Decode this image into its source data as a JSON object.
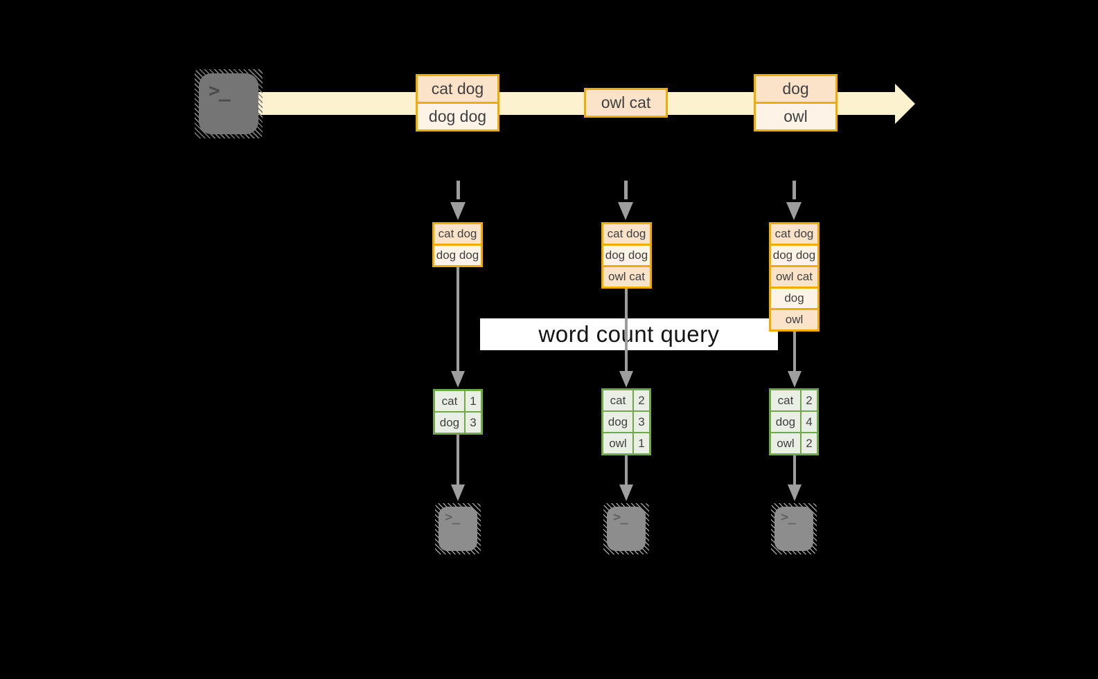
{
  "query_label": "word count query",
  "prompt_glyph": ">_",
  "colors": {
    "background": "#000000",
    "orange_border": "#f0ac00",
    "peach_fill": "#fae3c9",
    "cream_fill": "#fdf3e6",
    "timeline_band": "#fcf2d0",
    "green_border": "#70a845",
    "green_fill": "#e9efe4",
    "arrow_gray": "#9e9e9e",
    "source_terminal_gray": "#757575",
    "sink_terminal_gray": "#8d8d8d",
    "query_band_bg": "#ffffff",
    "text_dark": "#3f3f3f"
  },
  "timeline_batches": [
    {
      "cells": [
        "cat dog",
        "dog dog"
      ]
    },
    {
      "cells": [
        "owl cat"
      ]
    },
    {
      "cells": [
        "dog",
        "owl"
      ]
    }
  ],
  "snapshots": [
    {
      "cells": [
        "cat dog",
        "dog dog"
      ]
    },
    {
      "cells": [
        "cat dog",
        "dog dog",
        "owl cat"
      ]
    },
    {
      "cells": [
        "cat dog",
        "dog dog",
        "owl cat",
        "dog",
        "owl"
      ]
    }
  ],
  "word_counts": [
    {
      "rows": [
        {
          "word": "cat",
          "count": "1"
        },
        {
          "word": "dog",
          "count": "3"
        }
      ]
    },
    {
      "rows": [
        {
          "word": "cat",
          "count": "2"
        },
        {
          "word": "dog",
          "count": "3"
        },
        {
          "word": "owl",
          "count": "1"
        }
      ]
    },
    {
      "rows": [
        {
          "word": "cat",
          "count": "2"
        },
        {
          "word": "dog",
          "count": "4"
        },
        {
          "word": "owl",
          "count": "2"
        }
      ]
    }
  ]
}
